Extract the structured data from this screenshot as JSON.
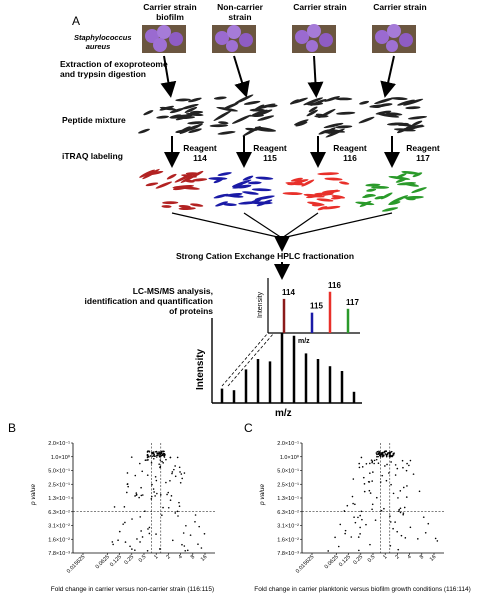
{
  "panel_a": {
    "letter": "A",
    "columns": [
      {
        "header": "Carrier strain biofilm",
        "reagent": "Reagent 114",
        "color": "#b22222"
      },
      {
        "header": "Non-carrier strain",
        "reagent": "Reagent 115",
        "color": "#1a1aa6"
      },
      {
        "header": "Carrier strain",
        "reagent": "Reagent 116",
        "color": "#e8302a"
      },
      {
        "header": "Carrier strain",
        "reagent": "Reagent 117",
        "color": "#2a9a2a"
      }
    ],
    "organism": "Staphylococcus aureus",
    "steps": {
      "extraction": "Extraction of exoproteome and trypsin digestion",
      "peptides": "Peptide mixture",
      "itraq": "iTRAQ labeling",
      "hplc": "Strong Cation Exchange HPLC fractionation",
      "lcms": "LC-MS/MS analysis, identification and quantification of proteins"
    },
    "spectrum_inset": {
      "ylabel": "Intensity",
      "xlabel": "m/z",
      "peaks": [
        {
          "label": "114",
          "height": 0.62,
          "color": "#8b1a1a"
        },
        {
          "label": "115",
          "height": 0.37,
          "color": "#1a1aa6"
        },
        {
          "label": "116",
          "height": 0.75,
          "color": "#e8302a"
        },
        {
          "label": "117",
          "height": 0.44,
          "color": "#2a9a2a"
        }
      ]
    },
    "spectrum_main": {
      "ylabel": "Intensity",
      "xlabel": "m/z",
      "peaks": [
        0.18,
        0.16,
        0.42,
        0.55,
        0.52,
        0.88,
        0.84,
        0.62,
        0.55,
        0.46,
        0.4,
        0.14
      ]
    }
  },
  "chart_data": [
    {
      "type": "scatter",
      "panel": "B",
      "xlabel": "Fold change in carrier versus non-carrier strain (116:115)",
      "ylabel": "p value",
      "x_ticks": [
        "0.015625",
        "0.0625",
        "0.125",
        "0.25",
        "0.5",
        "1",
        "2",
        "4",
        "8",
        "16"
      ],
      "y_ticks": [
        "2.0×10⁻¹",
        "1.0×10⁰",
        "5.0×10⁻¹",
        "2.5×10⁻¹",
        "1.3×10⁻¹",
        "6.3×10⁻²",
        "3.1×10⁻²",
        "1.6×10⁻²",
        "7.8×10⁻³"
      ],
      "xscale": "log2",
      "yscale": "log2",
      "vlines": [
        0.77,
        1.3
      ],
      "hline_tick_index": 5
    },
    {
      "type": "scatter",
      "panel": "C",
      "xlabel": "Fold change in carrier planktonic versus biofilm growth conditions (116:114)",
      "ylabel": "p value",
      "x_ticks": [
        "0.015625",
        "0.0625",
        "0.125",
        "0.25",
        "0.5",
        "1",
        "2",
        "4",
        "8",
        "16"
      ],
      "y_ticks": [
        "2.0×10⁻¹",
        "1.0×10⁰",
        "5.0×10⁻¹",
        "2.5×10⁻¹",
        "1.3×10⁻¹",
        "6.3×10⁻²",
        "3.1×10⁻²",
        "1.6×10⁻²",
        "7.8×10⁻³"
      ],
      "xscale": "log2",
      "yscale": "log2",
      "vlines": [
        0.77,
        1.3
      ],
      "hline_tick_index": 5
    }
  ]
}
